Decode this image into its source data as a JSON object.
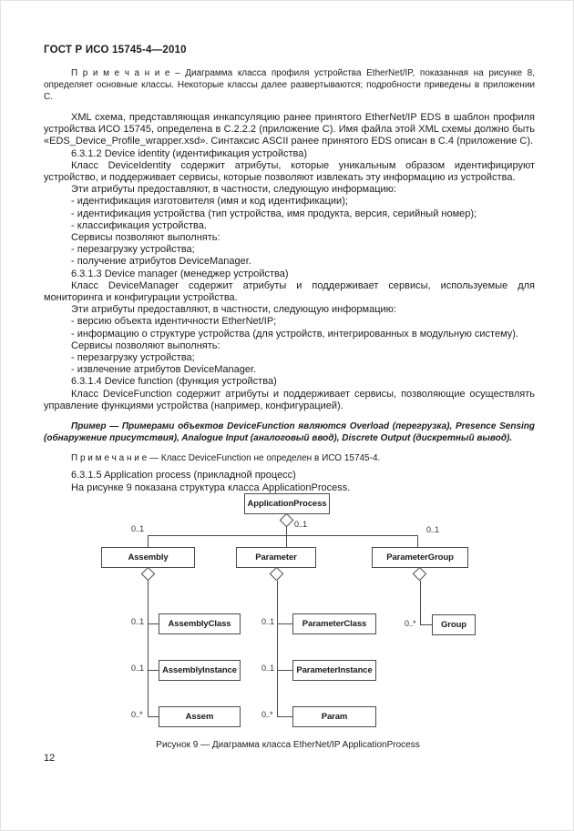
{
  "header": {
    "title": "ГОСТ Р ИСО 15745-4—2010"
  },
  "footer": {
    "page_number": "12"
  },
  "content": {
    "paragraphs": [
      {
        "text": "П р и м е ч а н и е – Диаграмма класса профиля устройства EtherNet/IP, показанная на рисунке 8, определяет основные классы. Некоторые классы далее развертываются; подробности приведены в приложении С."
      },
      {
        "text": "XML схема, представляющая инкапсуляцию ранее принятого EtherNet/IP EDS в шаблон профиля устройства ИСО 15745, определена в С.2.2.2 (приложение С). Имя файла этой XML схемы должно быть «EDS_Device_Profile_wrapper.xsd». Синтаксис ASCII ранее принятого EDS описан в С.4 (приложение С)."
      },
      {
        "text": "6.3.1.2 Device identity (идентификация устройства)"
      },
      {
        "text": "Класс DeviceIdentity содержит атрибуты, которые уникальным образом идентифицируют устройство, и поддерживает сервисы, которые позволяют извлекать эту информацию из устройства."
      },
      {
        "text": "Эти атрибуты предоставляют, в частности, следующую информацию:"
      },
      {
        "text": "- идентификация изготовителя (имя и код идентификации);"
      },
      {
        "text": "- идентификация устройства (тип устройства, имя продукта, версия, серийный номер);"
      },
      {
        "text": "- классификация устройства."
      },
      {
        "text": "Сервисы позволяют выполнять:"
      },
      {
        "text": "- перезагрузку устройства;"
      },
      {
        "text": "- получение атрибутов DeviceManager."
      },
      {
        "text": "6.3.1.3  Device manager (менеджер устройства)"
      },
      {
        "text": "Класс DeviceManager содержит атрибуты и поддерживает сервисы, используемые для мониторинга и конфигурации устройства."
      },
      {
        "text": "Эти атрибуты предоставляют, в частности, следующую информацию:"
      },
      {
        "text": "- версию объекта идентичности EtherNet/IP;"
      },
      {
        "text": "- информацию о структуре устройства (для устройств, интегрированных в модульную систему)."
      },
      {
        "text": "Сервисы позволяют выполнять:"
      },
      {
        "text": "- перезагрузку устройства;"
      },
      {
        "text": "- извлечение атрибутов DeviceManager."
      },
      {
        "text": "6.3.1.4  Device function (функция устройства)"
      },
      {
        "text": "Класс DeviceFunction содержит атрибуты и поддерживает сервисы, позволяющие осуществлять управление функциями устройства (например, конфигурацией)."
      },
      {
        "text": "Пример — Примерами объектов DeviceFunction являются Overload (перегрузка), Presence Sensing (обнаружение присутствия), Analogue Input (аналоговый ввод),  Discrete Output (дискретный вывод)."
      },
      {
        "text": "П р и м е ч а н и е — Класс DeviceFunction не определен в ИСО 15745-4."
      },
      {
        "text": "6.3.1.5  Application process (прикладной процесс)"
      },
      {
        "text": "На рисунке 9 показана структура класса ApplicationProcess."
      }
    ]
  },
  "diagram": {
    "caption": "Рисунок 9 — Диаграмма класса EtherNet/IP ApplicationProcess",
    "boxes": {
      "app": "ApplicationProcess",
      "assembly": "Assembly",
      "parameter": "Parameter",
      "parameter_group": "ParameterGroup",
      "assembly_class": "AssemblyClass",
      "assembly_instance": "AssemblyInstance",
      "assem": "Assem",
      "parameter_class": "ParameterClass",
      "parameter_instance": "ParameterInstance",
      "param": "Param",
      "group": "Group"
    },
    "multiplicities": {
      "top_left": "0..1",
      "top_center": "0..1",
      "top_right": "0..1",
      "assembly_class": "0..1",
      "assembly_instance": "0..1",
      "assem": "0..*",
      "parameter_class": "0..1",
      "parameter_instance": "0..1",
      "param": "0..*",
      "group": "0..*"
    }
  }
}
